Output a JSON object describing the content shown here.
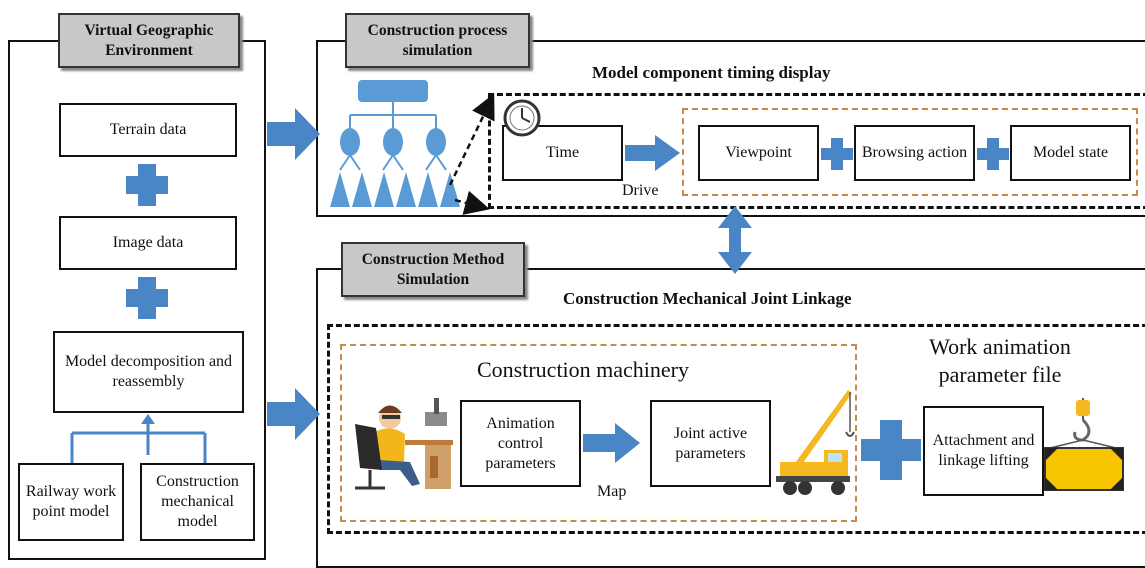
{
  "left_panel": {
    "tab": "Virtual Geographic Environment",
    "terrain": "Terrain data",
    "image": "Image data",
    "model_decomp": "Model decomposition and reassembly",
    "railway": "Railway work point model",
    "construction_mech": "Construction mechanical model"
  },
  "top_panel": {
    "tab": "Construction process simulation",
    "title": "Model component timing display",
    "time": "Time",
    "drive": "Drive",
    "viewpoint": "Viewpoint",
    "browsing": "Browsing action",
    "model_state": "Model state"
  },
  "bottom_panel": {
    "tab": "Construction Method Simulation",
    "title": "Construction Mechanical Joint Linkage",
    "machinery_title": "Construction machinery",
    "animation_params": "Animation control parameters",
    "map": "Map",
    "joint_params": "Joint active parameters",
    "work_anim_title": "Work animation parameter file",
    "attachment": "Attachment and linkage lifting"
  },
  "colors": {
    "accent_blue": "#4a86c5",
    "dashed_orange": "#c88a4a",
    "tab_gray": "#c8c8c8"
  }
}
